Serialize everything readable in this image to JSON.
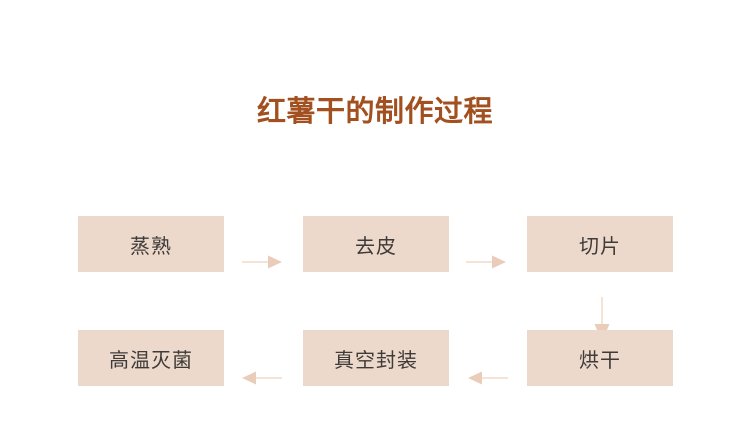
{
  "title": {
    "text": "红薯干的制作过程"
  },
  "theme": {
    "page-bg": "#ffffff",
    "title-color": "#a2501f",
    "box-bg": "#ecd9cb",
    "step-text-color": "#3f3b39",
    "arrow-shaft-color": "#f3e1d3",
    "arrow-head-color": "#e9cdba"
  },
  "flow": {
    "steps": [
      {
        "label": "蒸熟"
      },
      {
        "label": "去皮"
      },
      {
        "label": "切片"
      },
      {
        "label": "烘干"
      },
      {
        "label": "真空封装"
      },
      {
        "label": "高温灭菌"
      }
    ],
    "arrows": [
      {
        "from": "蒸熟",
        "to": "去皮",
        "direction": "right"
      },
      {
        "from": "去皮",
        "to": "切片",
        "direction": "right"
      },
      {
        "from": "切片",
        "to": "烘干",
        "direction": "down"
      },
      {
        "from": "烘干",
        "to": "真空封装",
        "direction": "left"
      },
      {
        "from": "真空封装",
        "to": "高温灭菌",
        "direction": "left"
      }
    ]
  }
}
